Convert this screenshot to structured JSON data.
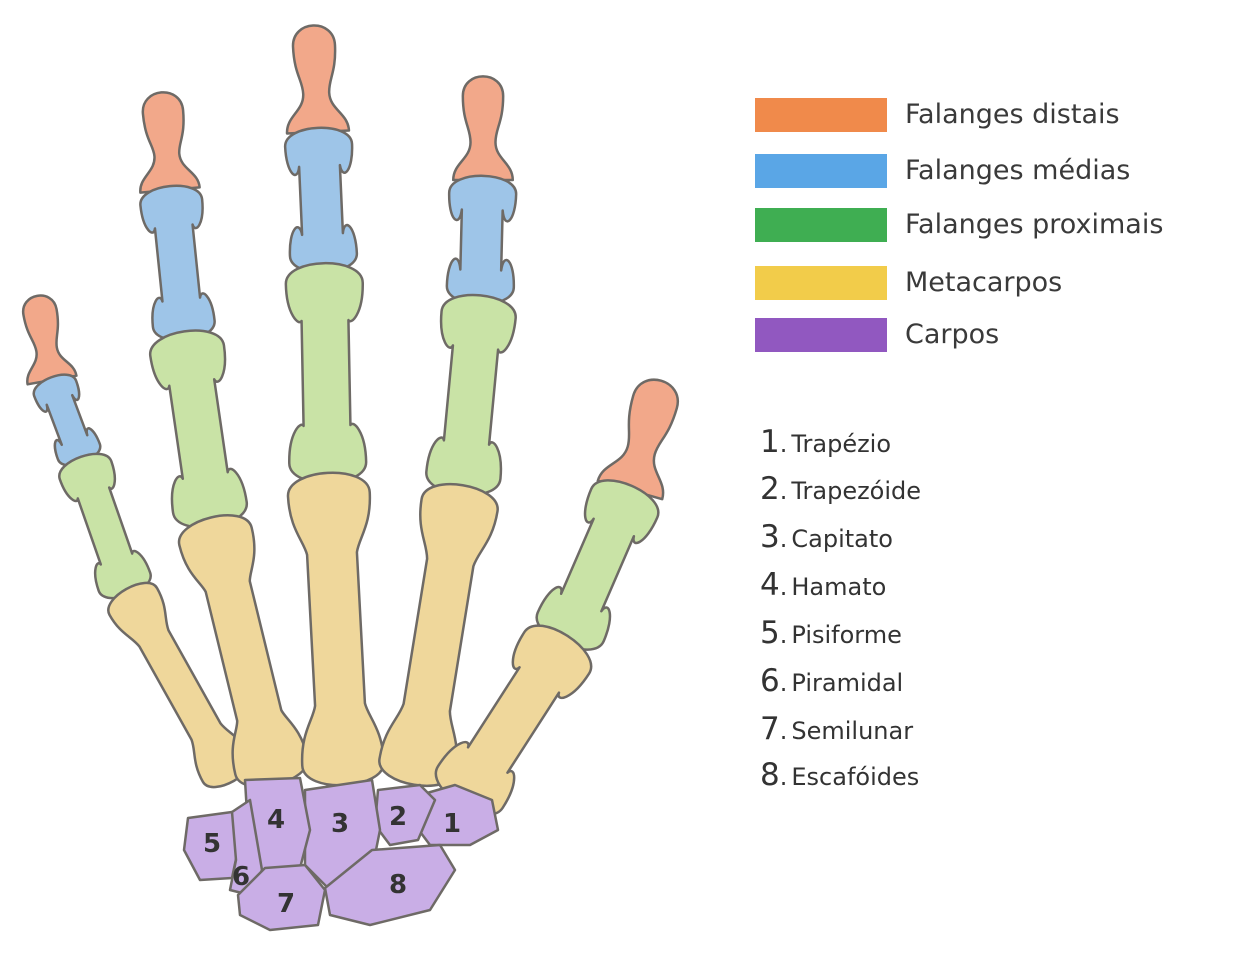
{
  "legend": [
    {
      "label": "Falanges distais",
      "color": "#f08a4b"
    },
    {
      "label": "Falanges médias",
      "color": "#5aa6e6"
    },
    {
      "label": "Falanges proximais",
      "color": "#3fae52"
    },
    {
      "label": "Metacarpos",
      "color": "#f2cc4a"
    },
    {
      "label": "Carpos",
      "color": "#9158c0"
    }
  ],
  "carpals": [
    {
      "number": "1",
      "name": "Trapézio"
    },
    {
      "number": "2",
      "name": "Trapezóide"
    },
    {
      "number": "3",
      "name": "Capitato"
    },
    {
      "number": "4",
      "name": "Hamato"
    },
    {
      "number": "5",
      "name": "Pisiforme"
    },
    {
      "number": "6",
      "name": "Piramidal"
    },
    {
      "number": "7",
      "name": "Semilunar"
    },
    {
      "number": "8",
      "name": "Escafóides"
    }
  ],
  "bone_colors": {
    "distal": "#f2a88a",
    "middle": "#9ec5e8",
    "proximal": "#c9e3a6",
    "metacarpal": "#efd79b",
    "carpal": "#c9aee6",
    "outline": "#6e6a66"
  }
}
